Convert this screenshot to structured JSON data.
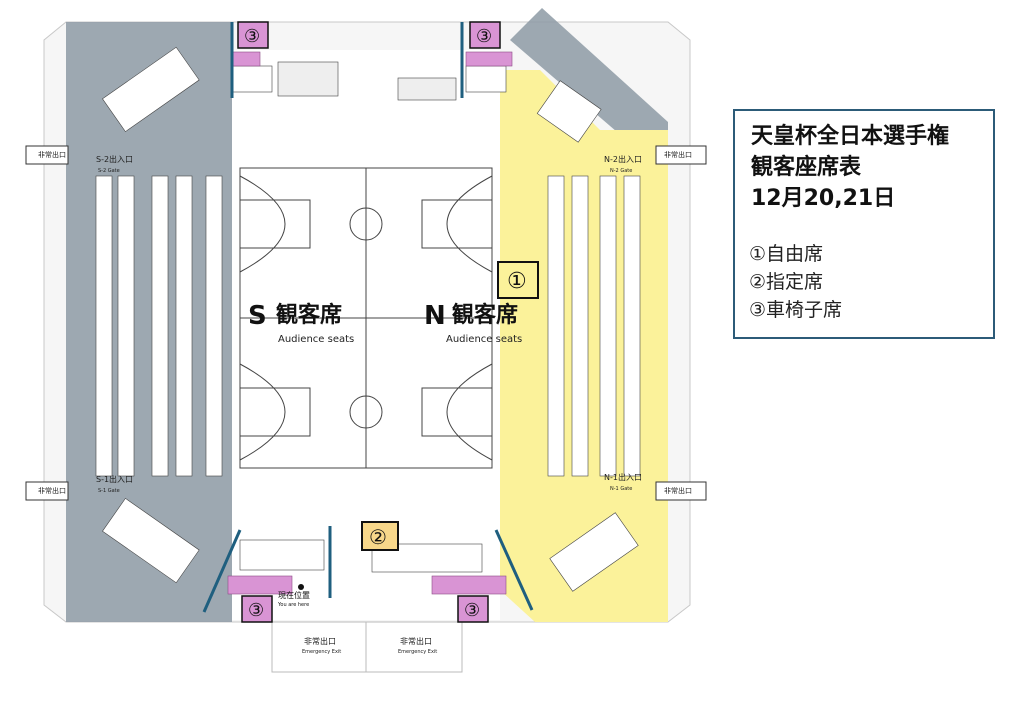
{
  "legend": {
    "title_lines": [
      "天皇杯全日本選手権",
      "観客座席表",
      "12月20,21日"
    ],
    "items": [
      "①自由席",
      "②指定席",
      "③車椅子席"
    ]
  },
  "court": {
    "south_letter": "S",
    "south_label": "観客席",
    "south_sub": "Audience seats",
    "north_letter": "N",
    "north_label": "観客席",
    "north_sub": "Audience seats"
  },
  "markers": {
    "free_seats": "①",
    "reserved_seats": "②",
    "wheelchair": "③"
  },
  "gates": {
    "s2": "S-2出入口",
    "s2_en": "S-2 Gate",
    "s1": "S-1出入口",
    "s1_en": "S-1 Gate",
    "n2": "N-2出入口",
    "n2_en": "N-2 Gate",
    "n1": "N-1出入口",
    "n1_en": "N-1 Gate"
  },
  "exits": {
    "label": "非常出口",
    "label_en": "Emergency Exit"
  },
  "current_position": {
    "label": "現在位置",
    "label_en": "You are here"
  },
  "colors": {
    "gray_zone": "#8d9aa5",
    "yellow_zone": "#fbf29a",
    "orange_zone": "#f7d78a",
    "wheelchair_pink": "#d994d4",
    "divider": "#1f5f7f"
  }
}
